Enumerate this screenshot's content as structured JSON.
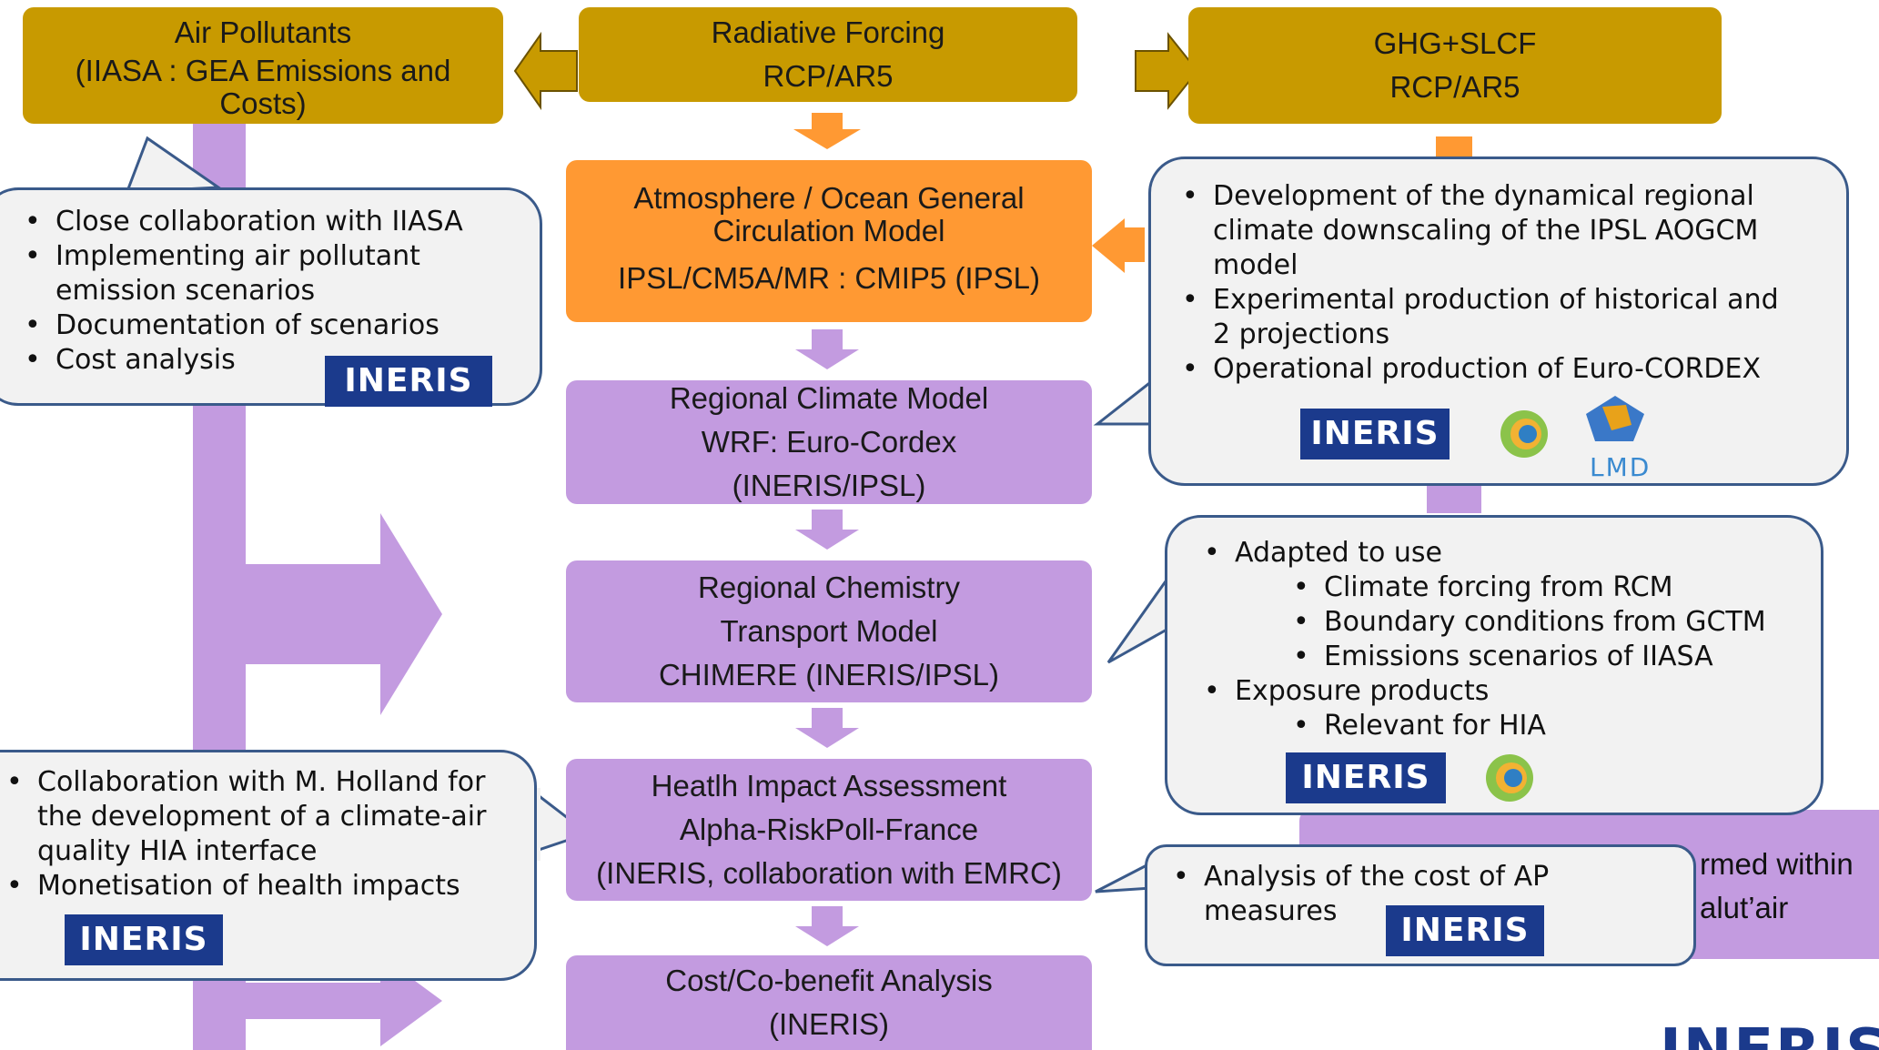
{
  "boxes": {
    "air_pollutants": {
      "line1": "Air Pollutants",
      "line2": "(IIASA : GEA Emissions and",
      "line3": "Costs)"
    },
    "radiative_forcing": {
      "line1": "Radiative Forcing",
      "line2": "RCP/AR5"
    },
    "ghg": {
      "line1": "GHG+SLCF",
      "line2": "RCP/AR5"
    },
    "aogcm": {
      "line1": "Atmosphere / Ocean General",
      "line2": "Circulation Model",
      "line3": "IPSL/CM5A/MR : CMIP5 (IPSL)"
    },
    "rcm": {
      "line1": "Regional Climate Model",
      "line2": "WRF: Euro-Cordex",
      "line3": "(INERIS/IPSL)"
    },
    "ctm": {
      "line1": "Regional Chemistry",
      "line2": "Transport Model",
      "line3": "CHIMERE (INERIS/IPSL)"
    },
    "hia": {
      "line1": "Heatlh Impact Assessment",
      "line2": "Alpha-RiskPoll-France",
      "line3": "(INERIS, collaboration with EMRC)"
    },
    "cost": {
      "line1": "Cost/Co-benefit Analysis",
      "line2": "(INERIS)"
    }
  },
  "partial_box": {
    "line1": "rmed within",
    "line2": "alut’air"
  },
  "bubbles": {
    "left_top": [
      "Close collaboration with IIASA",
      "Implementing air pollutant",
      "emission scenarios",
      "Documentation of scenarios",
      "Cost analysis"
    ],
    "right_top": [
      "Development of the dynamical regional",
      "climate downscaling of the IPSL AOGCM",
      "model",
      "Experimental production of historical and",
      "2 projections",
      "Operational production of Euro-CORDEX"
    ],
    "right_mid": {
      "item1": "Adapted to use",
      "sub1": "Climate forcing from RCM",
      "sub2": "Boundary conditions from GCTM",
      "sub3": "Emissions scenarios of IIASA",
      "item2": "Exposure products",
      "sub4": "Relevant for HIA"
    },
    "left_bottom": [
      "Collaboration with M. Holland for",
      "the development of a climate-air",
      "quality HIA interface",
      "Monetisation of health impacts"
    ],
    "right_bottom": [
      "Analysis of the cost of AP",
      "measures"
    ]
  },
  "logos": {
    "ineris": "INERIS",
    "ineris_big": "INERIS",
    "lmd": "LMD"
  },
  "colors": {
    "gold": "#c89a00",
    "orange": "#ff9933",
    "purple": "#c39be0",
    "bubble_border": "#3a5a8a",
    "ineris_blue": "#1b3a8c"
  }
}
